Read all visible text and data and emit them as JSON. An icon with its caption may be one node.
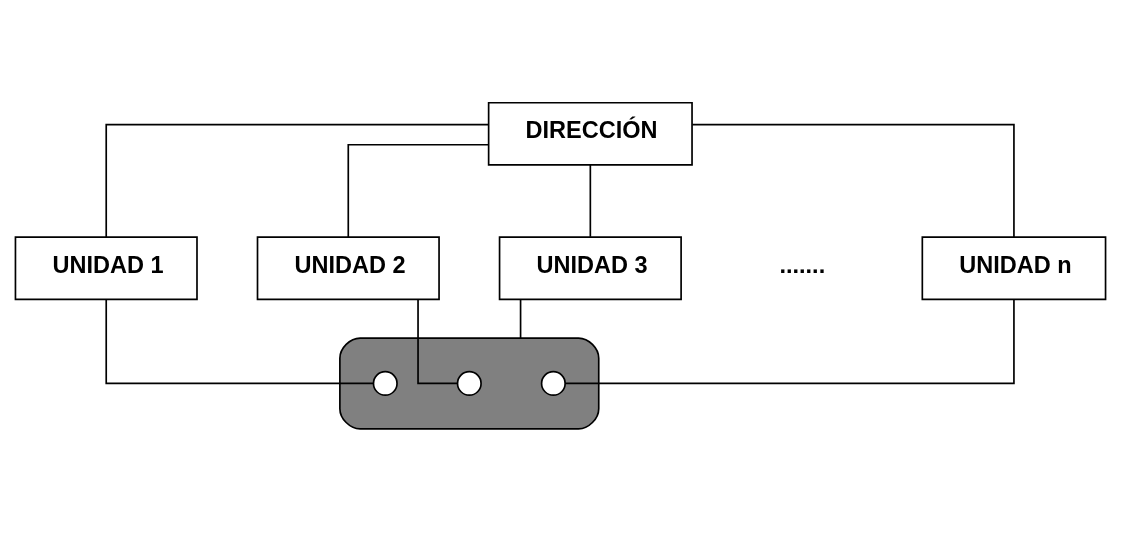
{
  "diagram": {
    "nodes": [
      {
        "text": [
          "DIRECCIÓN"
        ]
      },
      {
        "text": [
          "UNIDAD 1"
        ]
      },
      {
        "text": [
          "UNIDAD 2"
        ]
      },
      {
        "text": [
          "UNIDAD 3"
        ]
      },
      {
        "text": [
          "UNIDAD n"
        ]
      },
      {
        "text": [],
        "shape": "ellipse"
      },
      {
        "text": [],
        "shape": "circle",
        "in": 5
      },
      {
        "text": [],
        "shape": "circle",
        "in": 5
      },
      {
        "text": [],
        "shape": "circle",
        "in": 5
      }
    ],
    "edges": [
      {
        "from": 0,
        "to": 1,
        "arrow": "none"
      },
      {
        "from": 0,
        "to": 2,
        "arrow": "none"
      },
      {
        "from": 0,
        "to": 3,
        "arrow": "none"
      },
      {
        "from": 0,
        "to": 4,
        "arrow": "none"
      },
      {
        "from": 1,
        "to": 6,
        "arrow": "none"
      },
      {
        "from": 2,
        "to": 7,
        "arrow": "none"
      },
      {
        "from": 3,
        "to": 5,
        "arrow": "none"
      },
      {
        "from": 4,
        "to": 8,
        "arrow": "none"
      }
    ],
    "labels": [
      "......."
    ]
  }
}
